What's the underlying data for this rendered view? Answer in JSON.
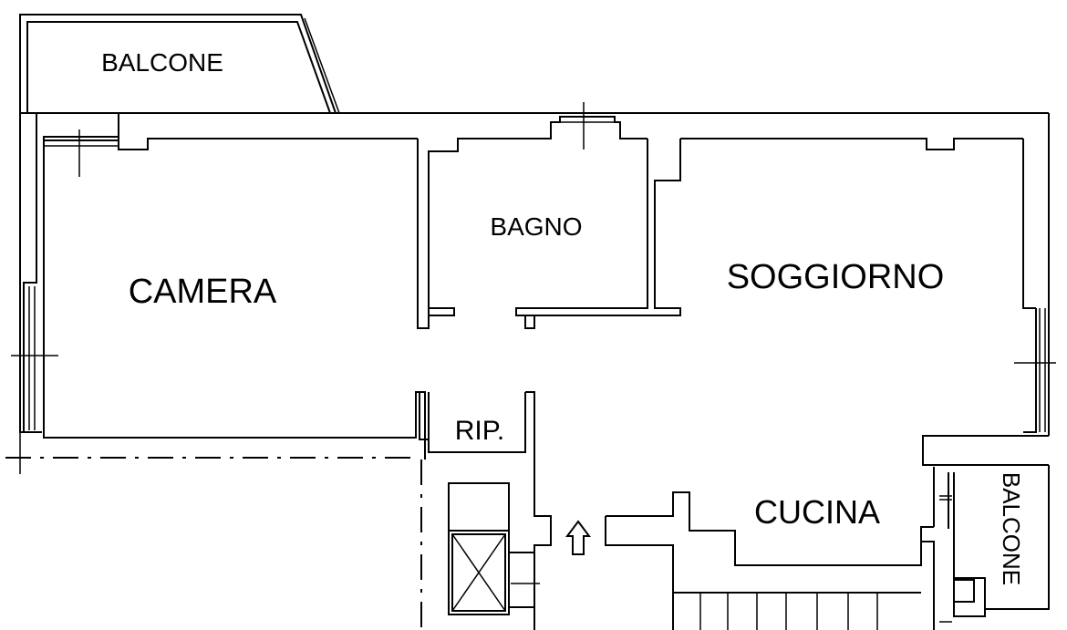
{
  "rooms": {
    "balcone_top": "BALCONE",
    "camera": "CAMERA",
    "bagno": "BAGNO",
    "soggiorno": "SOGGIORNO",
    "ripostiglio": "RIP.",
    "cucina": "CUCINA",
    "balcone_right": "BALCONE"
  },
  "symbols": {
    "entrance_arrow": "arrow-up-icon",
    "elevator": "elevator-shaft-icon",
    "stairs": "staircase-icon"
  }
}
